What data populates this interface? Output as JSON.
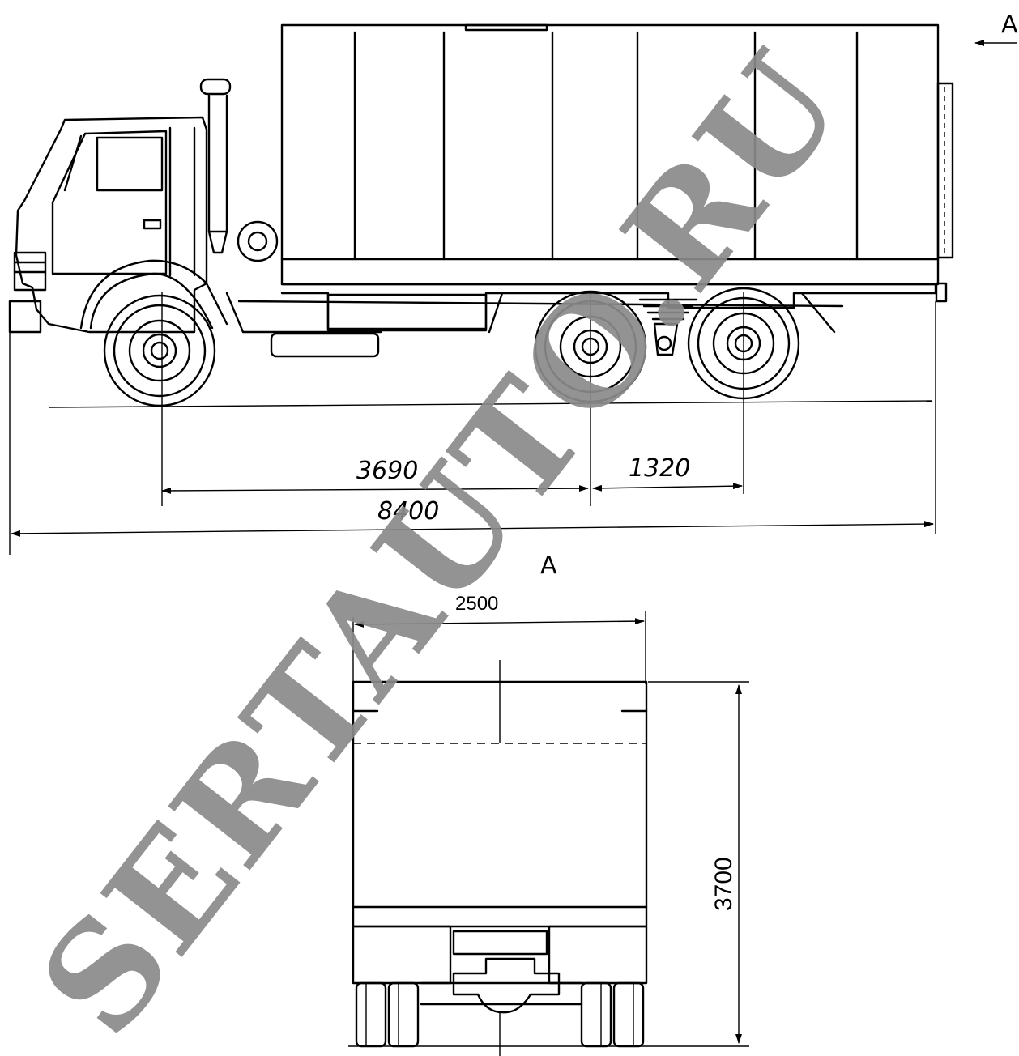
{
  "view_marker_label": "A",
  "view_title": "A",
  "dimensions": {
    "wheelbase_front": "3690",
    "rear_axle_spacing": "1320",
    "overall_length": "8400",
    "overall_width": "2500",
    "overall_height": "3700"
  },
  "watermark": "SERTAUTO.RU"
}
